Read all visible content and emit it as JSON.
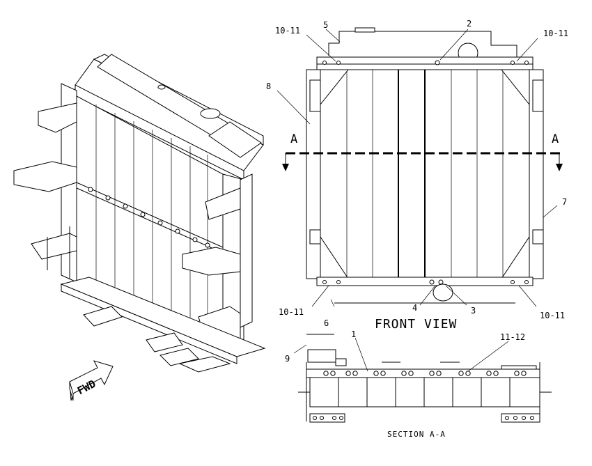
{
  "diagram": {
    "iso_view": {
      "fwd_label": "FWD"
    },
    "front_view": {
      "title": "FRONT VIEW",
      "section_marker": "A",
      "callouts": {
        "c_10_11_tl": "10-11",
        "c_5": "5",
        "c_2": "2",
        "c_10_11_tr": "10-11",
        "c_8": "8",
        "c_7": "7",
        "c_10_11_bl": "10-11",
        "c_6": "6",
        "c_4": "4",
        "c_3": "3",
        "c_10_11_br": "10-11"
      }
    },
    "section_view": {
      "title": "SECTION A-A",
      "callouts": {
        "c_9": "9",
        "c_1": "1",
        "c_11_12": "11-12"
      }
    }
  }
}
